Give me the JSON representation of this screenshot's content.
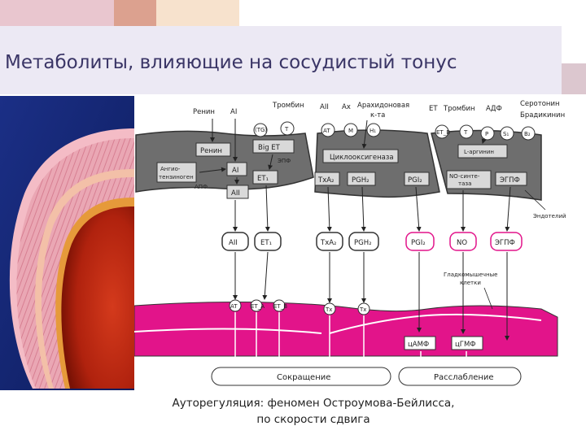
{
  "slide": {
    "title": "Метаболиты, влияющие на сосудистый тонус",
    "caption_line1": "Ауторегуляция: феномен Остроумова-Бейлисса,",
    "caption_line2": "по скорости сдвига"
  },
  "diagram": {
    "top_labels": {
      "renin": "Ренин",
      "ai": "AI",
      "thrombin1": "Тромбин",
      "aii": "AII",
      "ach": "Ах",
      "arachidonic1": "Арахидоновая",
      "arachidonic2": "к-та",
      "et": "ET",
      "thrombin2": "Тромбин",
      "adp": "АДФ",
      "serotonin": "Серотонин",
      "bradykinin": "Брадикинин"
    },
    "receptors": {
      "tg": "(TG)",
      "t1": "T",
      "at": "AT",
      "m": "M",
      "h1": "H₁",
      "etb": "ET_B",
      "t2": "T",
      "p": "P",
      "s1": "S₁",
      "b2": "B₂"
    },
    "cell_labels": {
      "renin": "Ренин",
      "big_et": "Big ET",
      "epf": "ЭПФ",
      "angiotensinogen1": "Ангио-",
      "angiotensinogen2": "тензиноген",
      "apf": "АПФ",
      "ai": "AI",
      "et1": "ET₁",
      "aii": "AII",
      "cyclooxygenase": "Циклооксигеназа",
      "l_arginine": "L-аргинин",
      "txa2": "TxA₂",
      "pgh2": "PGH₂",
      "pgi2": "PGI₂",
      "no_synthase1": "NO-синте-",
      "no_synthase2": "таза",
      "edhf": "ЭГПФ"
    },
    "mediators": {
      "aii": "AII",
      "et1": "ET₁",
      "txa2": "TxA₂",
      "pgh2": "PGH₂",
      "pgi2": "PGI₂",
      "no": "NO",
      "edhf": "ЭГПФ"
    },
    "side_labels": {
      "endothelium": "Эндотелий",
      "smooth1": "Гладкомышечные",
      "smooth2": "клетки"
    },
    "smooth_receptors": {
      "at": "AT",
      "eta": "ET_A",
      "etb": "ET_B",
      "tx1": "Tx",
      "tx2": "Tx"
    },
    "second_messengers": {
      "camp": "цАМФ",
      "cgmp": "цГМФ"
    },
    "outcomes": {
      "contraction": "Сокращение",
      "relaxation": "Расслабление"
    }
  }
}
